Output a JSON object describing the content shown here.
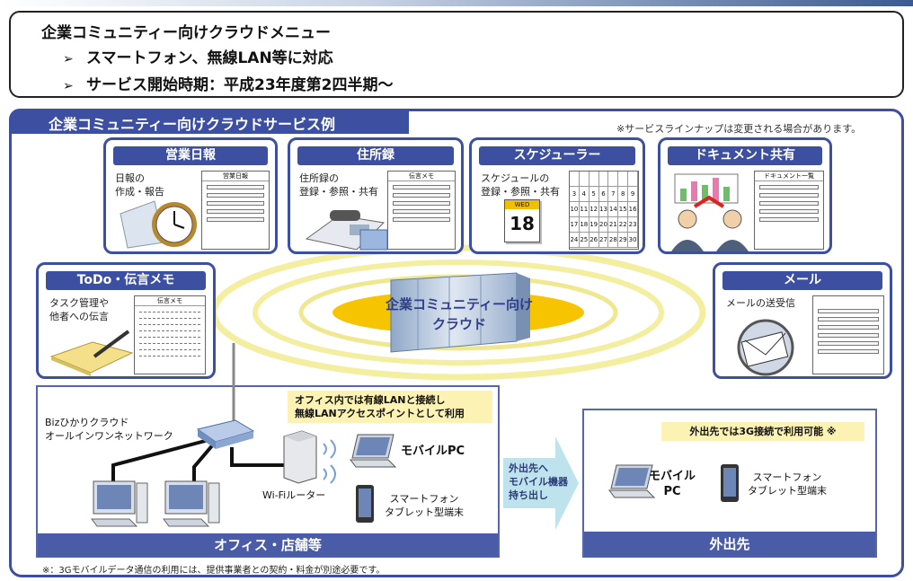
{
  "header": {
    "title": "企業コミュニティー向けクラウドメニュー",
    "bullets": [
      "スマートフォン、無線LAN等に対応",
      "サービス開始時期：平成23年度第2四半期～"
    ]
  },
  "main": {
    "title": "企業コミュニティー向けクラウドサービス例",
    "note": "※サービスラインナップは変更される場合があります。",
    "cloud_label": "企業コミュニティー向け\nクラウド"
  },
  "cards": {
    "sales": {
      "title": "営業日報",
      "desc": "日報の\n作成・報告",
      "doc_header": "営業日報"
    },
    "address": {
      "title": "住所録",
      "desc": "住所録の\n登録・参照・共有",
      "doc_header": "伝言メモ"
    },
    "schedule": {
      "title": "スケジューラー",
      "desc": "スケジュールの\n登録・参照・共有",
      "cal_day": "WED",
      "cal_date": "18",
      "calendar_rows": [
        [
          "",
          "",
          "",
          "",
          "",
          "",
          ""
        ],
        [
          "3",
          "4",
          "5",
          "6",
          "7",
          "8",
          "9"
        ],
        [
          "10",
          "11",
          "12",
          "13",
          "14",
          "15",
          "16"
        ],
        [
          "17",
          "18",
          "19",
          "20",
          "21",
          "22",
          "23"
        ],
        [
          "24",
          "25",
          "26",
          "27",
          "28",
          "29",
          "30"
        ]
      ]
    },
    "document": {
      "title": "ドキュメント共有",
      "doc_header": "ドキュメント一覧"
    },
    "todo": {
      "title": "ToDo・伝言メモ",
      "desc": "タスク管理や\n他者への伝言",
      "doc_header": "伝言メモ"
    },
    "mail": {
      "title": "メール",
      "desc": "メールの送受信"
    }
  },
  "office": {
    "footer": "オフィス・店舗等",
    "network_label": "Bizひかりクラウド\nオールインワンネットワーク",
    "callout": "オフィス内では有線LANと接続し\n無線LANアクセスポイントとして利用",
    "wifi_label": "Wi-Fiルーター",
    "mobile_pc": "モバイルPC",
    "smartphone": "スマートフォン\nタブレット型端末"
  },
  "arrow_label": "外出先へ\nモバイル機器\n持ち出し",
  "outside": {
    "footer": "外出先",
    "callout": "外出先では3G接続で利用可能 ※",
    "mobile_pc": "モバイル\nPC",
    "smartphone": "スマートフォン\nタブレット型端末"
  },
  "footnote": "※：3Gモバイルデータ通信の利用には、提供事業者との契約・料金が別途必要です。",
  "colors": {
    "accent": "#3c4fa0",
    "callout": "#fbf2b3",
    "arrow": "#bfe3ec",
    "cloud": "#f6c400"
  }
}
